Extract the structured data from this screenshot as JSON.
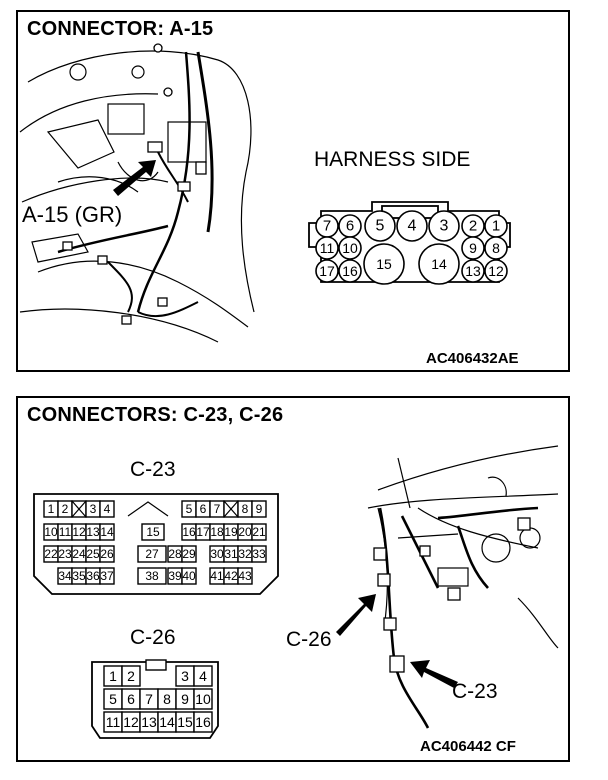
{
  "panel1": {
    "title": "CONNECTOR: A-15",
    "pointer_label": "A-15 (GR)",
    "harness_label": "HARNESS SIDE",
    "code": "AC406432AE",
    "a15": {
      "top_row": [
        "7",
        "6",
        "5",
        "4",
        "3",
        "2",
        "1"
      ],
      "mid_row": [
        "11",
        "10",
        "9",
        "8"
      ],
      "bottom_row": [
        "17",
        "16",
        "15",
        "14",
        "13",
        "12"
      ]
    }
  },
  "panel2": {
    "title": "CONNECTORS: C-23, C-26",
    "c23_label": "C-23",
    "c26_label": "C-26",
    "pointer_c26": "C-26",
    "pointer_c23": "C-23",
    "code": "AC406442 CF",
    "c23": {
      "row1": [
        "1",
        "2",
        "",
        "3",
        "4",
        "5",
        "6",
        "7",
        "",
        "8",
        "9"
      ],
      "row2": [
        "10",
        "11",
        "12",
        "13",
        "14",
        "15",
        "16",
        "17",
        "18",
        "19",
        "20",
        "21"
      ],
      "row3": [
        "22",
        "23",
        "24",
        "25",
        "26",
        "27",
        "28",
        "29",
        "30",
        "31",
        "32",
        "33"
      ],
      "row4": [
        "34",
        "35",
        "36",
        "37",
        "38",
        "39",
        "40",
        "41",
        "42",
        "43"
      ]
    },
    "c26": {
      "row1": [
        "1",
        "2",
        "3",
        "4"
      ],
      "row2": [
        "5",
        "6",
        "7",
        "8",
        "9",
        "10"
      ],
      "row3": [
        "11",
        "12",
        "13",
        "14",
        "15",
        "16"
      ]
    }
  }
}
